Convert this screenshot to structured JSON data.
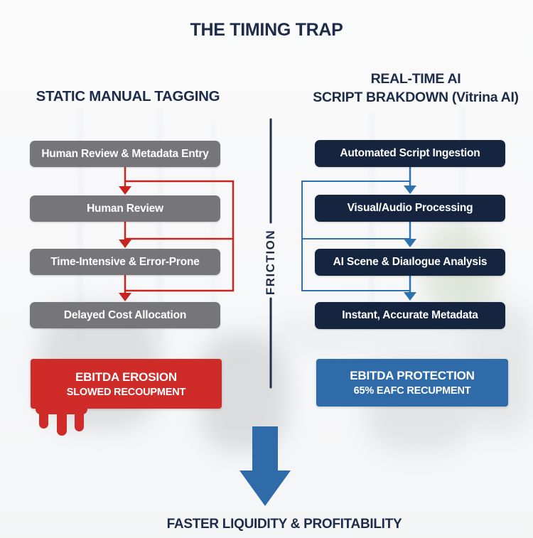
{
  "title": "THE TIMING TRAP",
  "footer": "FASTER LIQUIDITY & PROFITABILITY",
  "divider_label": "FRICTION",
  "left": {
    "header": "STATIC MANUAL TAGGING",
    "steps": [
      "Human Review & Metadata Entry",
      "Human Review",
      "Time-Intensive & Error-Prone",
      "Delayed Cost Allocation"
    ],
    "result_title": "EBITDA EROSION",
    "result_subtitle": "SLOWED RECOUPMENT"
  },
  "right": {
    "header_line1": "REAL-TIME AI",
    "header_line2": "SCRIPT BRAKDOWN (Vitrina AI)",
    "steps": [
      "Automated Script Ingestion",
      "Visual/Audio Processing",
      "AI Scene & Diaılogue Analysis",
      "Instant, Accurate Metadata"
    ],
    "result_title": "EBITDA PROTECTION",
    "result_subtitle": "65% EAFC RECUPMENT"
  },
  "colors": {
    "navy_text": "#1e2c49",
    "gray_box": "#76767a",
    "navy_box": "#152540",
    "red": "#ce2b29",
    "blue": "#2e6ba8",
    "red_line": "#c8241f",
    "blue_line": "#2f72b0"
  }
}
